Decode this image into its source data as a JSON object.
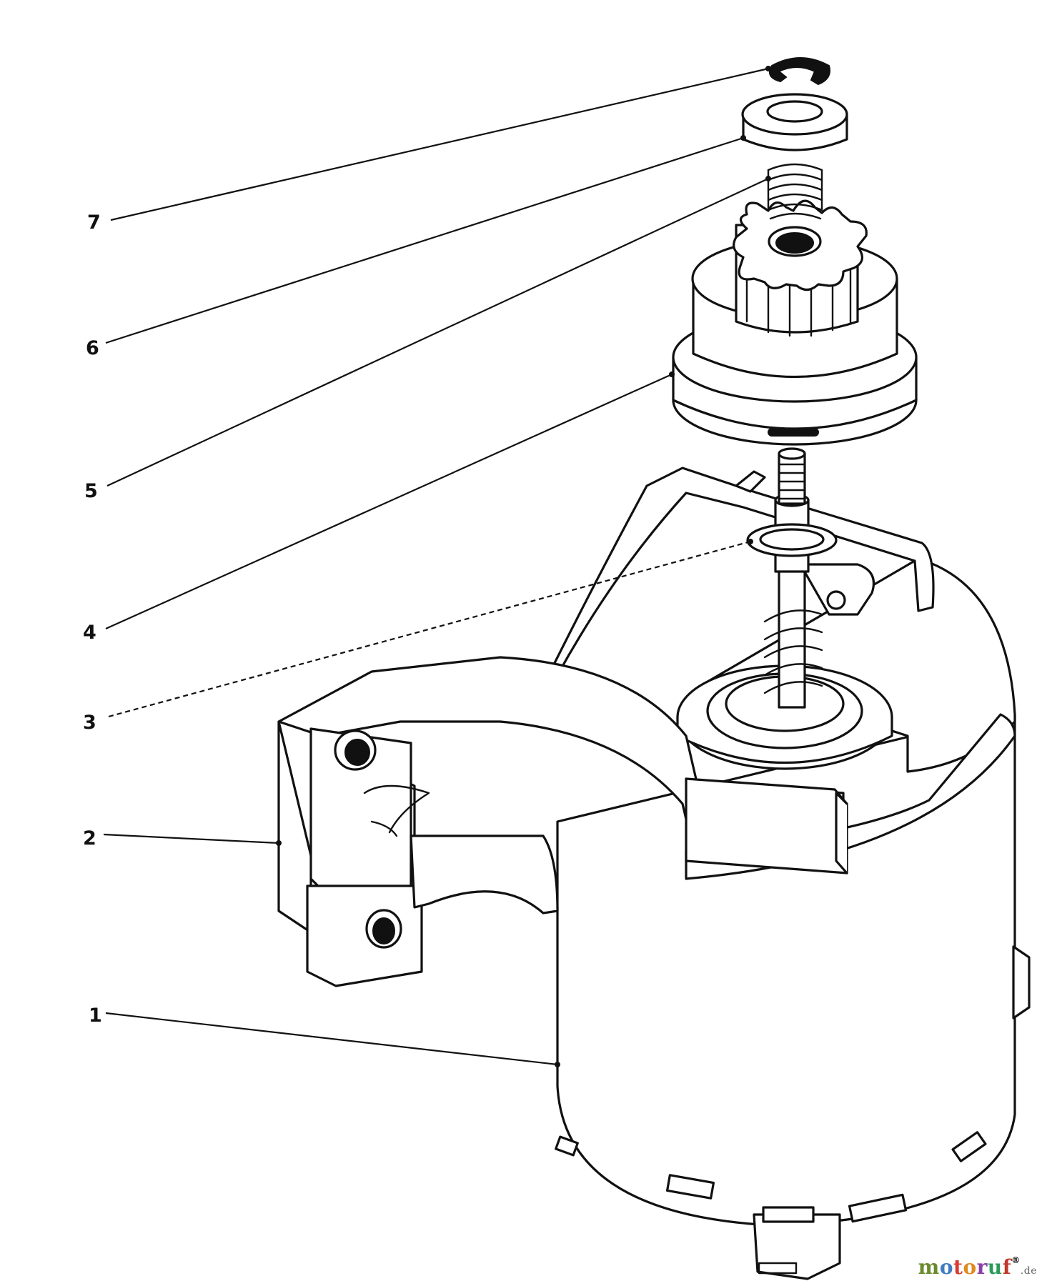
{
  "diagram": {
    "callouts": [
      {
        "id": "1",
        "label": "1"
      },
      {
        "id": "2",
        "label": "2"
      },
      {
        "id": "3",
        "label": "3"
      },
      {
        "id": "4",
        "label": "4"
      },
      {
        "id": "5",
        "label": "5"
      },
      {
        "id": "6",
        "label": "6"
      },
      {
        "id": "7",
        "label": "7"
      }
    ]
  },
  "watermark": {
    "letters": [
      "m",
      "o",
      "t",
      "o",
      "r",
      "u",
      "f"
    ],
    "colors": [
      "#6a8a2c",
      "#3f7cc1",
      "#d83a2e",
      "#e08a1e",
      "#8a3fa8",
      "#2c9a5a",
      "#c0392b"
    ],
    "mark": "®",
    "tld": ".de"
  }
}
